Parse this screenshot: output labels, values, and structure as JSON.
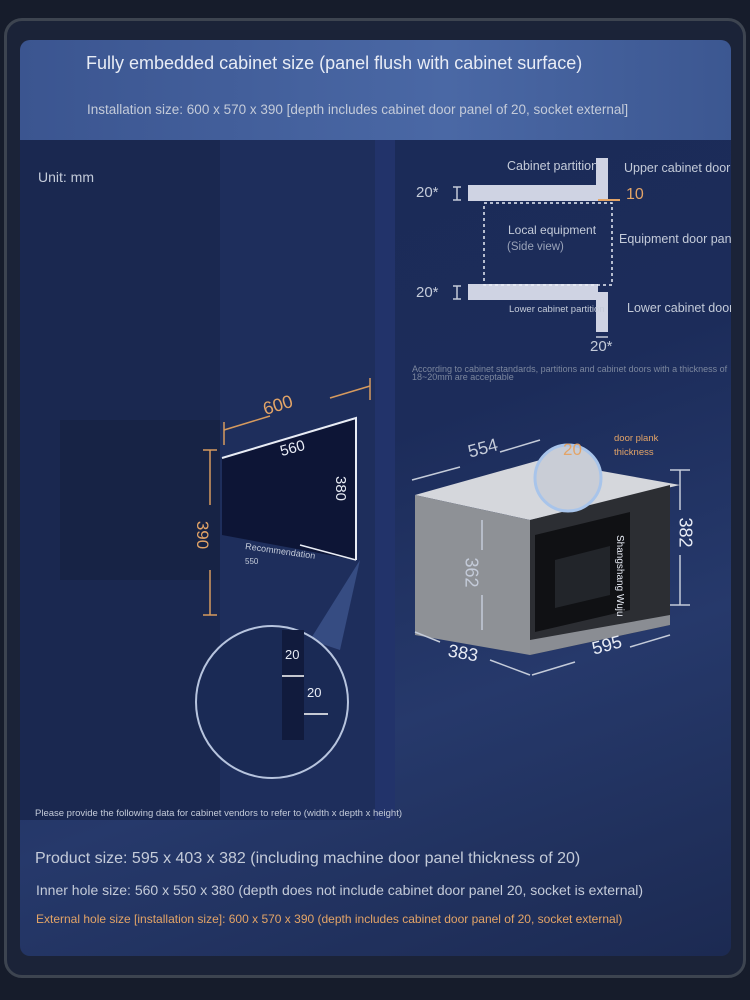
{
  "header": {
    "title": "Fully embedded cabinet size (panel flush with cabinet surface)",
    "subtitle": "Installation size: 600 x 570 x 390 [depth includes cabinet door panel of 20, socket external]"
  },
  "unit_label": "Unit: mm",
  "side_view": {
    "cabinet_partition": "Cabinet partition",
    "upper_cabinet_door": "Upper cabinet door",
    "gap": "10",
    "top_thickness": "20*",
    "local_equipment": "Local equipment",
    "side_view": "(Side view)",
    "equipment_door_panel": "Equipment door panel",
    "bottom_thickness": "20*",
    "lower_cabinet_partition": "Lower cabinet partition",
    "lower_cabinet_door": "Lower cabinet door",
    "door_thickness": "20*",
    "note": "According to cabinet standards, partitions and cabinet doors with a thickness of 18~20mm are acceptable"
  },
  "cabinet_hole": {
    "outer_width": "600",
    "inner_width": "560",
    "inner_height": "380",
    "outer_height": "390",
    "recommendation": "Recommendation",
    "recommendation_value": "550",
    "detail_a": "20",
    "detail_b": "20"
  },
  "microwave": {
    "depth_top": "554",
    "door_plank_value": "20",
    "door_plank_label": "door plank thickness",
    "height_side": "362",
    "height_front": "382",
    "depth_bottom": "383",
    "width_front": "595",
    "brand_text": "Shangshang Wuju"
  },
  "footer": {
    "note": "Please provide the following data for cabinet vendors to refer to (width x depth x height)",
    "product_size": "Product size: 595 x 403 x 382 (including machine door panel thickness of 20)",
    "inner_hole_size": "Inner hole size: 560 x 550 x 380 (depth does not include cabinet door panel 20, socket is external)",
    "external_hole_size": "External hole size [installation size]: 600 x 570 x 390 (depth includes cabinet door panel of 20, socket external)"
  },
  "colors": {
    "accent": "#e3a467",
    "background": "#1c2c5a",
    "header_band": "#4a68a5"
  }
}
